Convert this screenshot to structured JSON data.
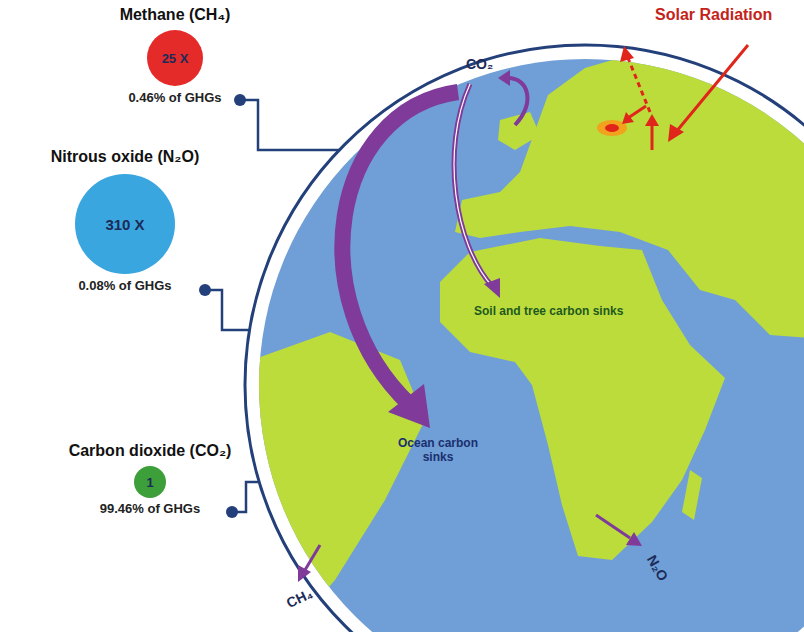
{
  "diagram": {
    "nodes": [
      {
        "text": [
          "Methane (CH₄)",
          "25 X",
          "0.46% of GHGs"
        ]
      },
      {
        "text": [
          "Nitrous oxide (N₂O)",
          "310 X",
          "0.08% of GHGs"
        ]
      },
      {
        "text": [
          "Carbon dioxide (CO₂)",
          "1",
          "99.46% of GHGs"
        ]
      }
    ],
    "labels": [
      "Solar Radiation",
      "CO₂",
      "Soil and tree carbon sinks",
      "Ocean carbon sinks",
      "CH₄",
      "N₂O"
    ]
  }
}
